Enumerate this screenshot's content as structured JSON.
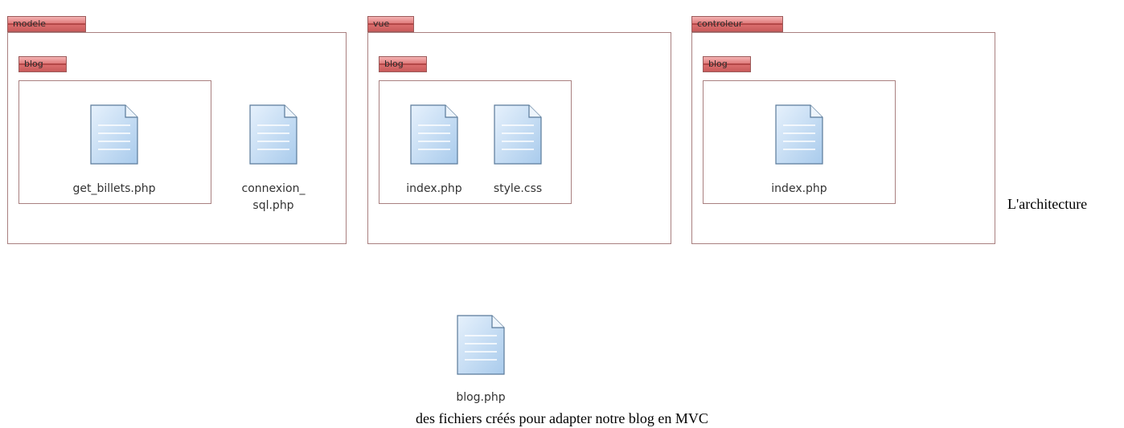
{
  "packages": {
    "modele": {
      "label": "modele",
      "subpackage": {
        "label": "blog",
        "files": [
          "get_billets.php"
        ]
      },
      "files": [
        "connexion_",
        "sql.php"
      ]
    },
    "vue": {
      "label": "vue",
      "subpackage": {
        "label": "blog",
        "files": [
          "index.php",
          "style.css"
        ]
      }
    },
    "controleur": {
      "label": "controleur",
      "subpackage": {
        "label": "blog",
        "files": [
          "index.php"
        ]
      }
    }
  },
  "root_file": "blog.php",
  "caption": {
    "part1": "L'architecture",
    "part2": "des fichiers créés pour adapter notre blog en MVC"
  },
  "colors": {
    "tab_fill": "#db6e6e",
    "tab_border": "#9b5a5a",
    "box_border": "#a98080",
    "file_fill": "#bcd8f2",
    "file_border": "#5a7a9a"
  }
}
